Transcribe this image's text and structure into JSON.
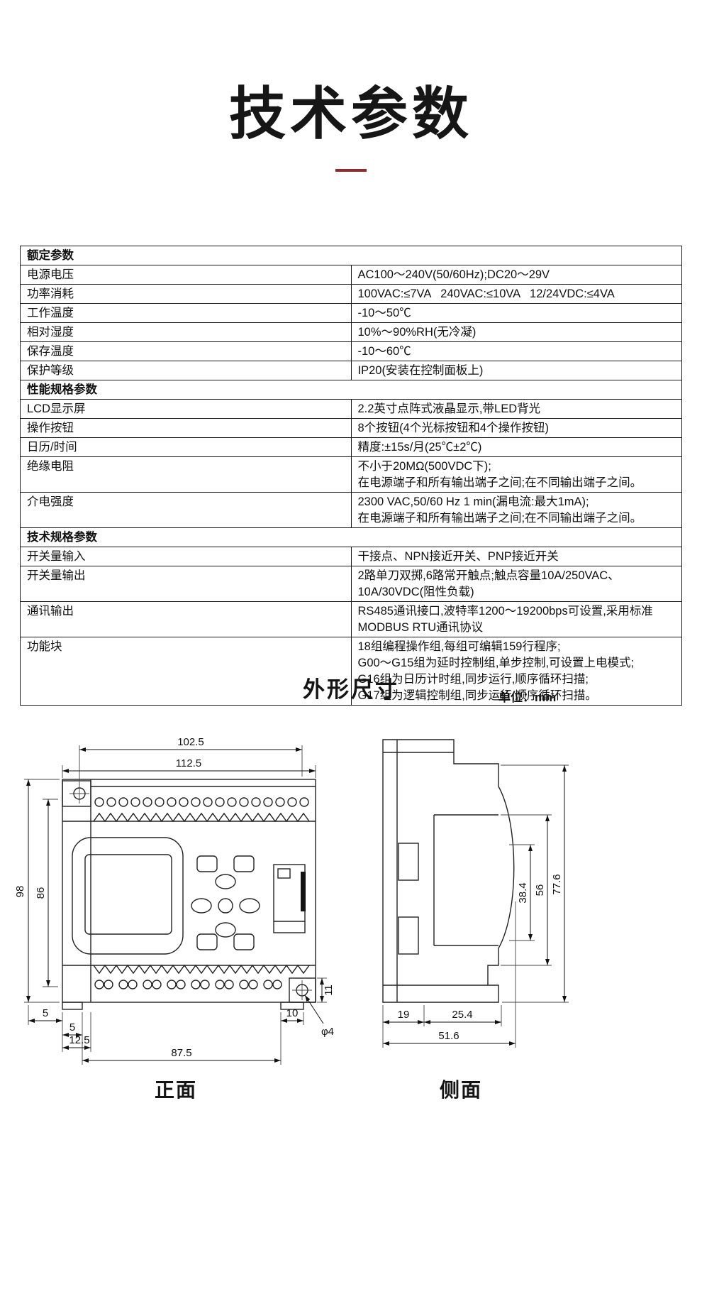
{
  "page": {
    "title": "技术参数",
    "dimension_section_title": "外形尺寸",
    "unit_label": "单位：mm",
    "front_label": "正面",
    "side_label": "侧面"
  },
  "table": {
    "rows": [
      {
        "type": "section",
        "label": "额定参数"
      },
      {
        "type": "row",
        "label": "电源电压",
        "value": "AC100～240V(50/60Hz);DC20～29V"
      },
      {
        "type": "row",
        "label": "功率消耗",
        "value": "100VAC:≤7VA   240VAC:≤10VA   12/24VDC:≤4VA"
      },
      {
        "type": "row",
        "label": "工作温度",
        "value": "-10～50℃"
      },
      {
        "type": "row",
        "label": "相对湿度",
        "value": "10%～90%RH(无冷凝)"
      },
      {
        "type": "row",
        "label": "保存温度",
        "value": "-10～60℃"
      },
      {
        "type": "row",
        "label": "保护等级",
        "value": "IP20(安装在控制面板上)"
      },
      {
        "type": "section",
        "label": "性能规格参数"
      },
      {
        "type": "row",
        "label": "LCD显示屏",
        "value": "2.2英寸点阵式液晶显示,带LED背光"
      },
      {
        "type": "row",
        "label": "操作按钮",
        "value": "8个按钮(4个光标按钮和4个操作按钮)"
      },
      {
        "type": "row",
        "label": "日历/时间",
        "value": "精度:±15s/月(25℃±2℃)"
      },
      {
        "type": "row",
        "label": "绝缘电阻",
        "value": "不小于20MΩ(500VDC下);\n在电源端子和所有输出端子之间;在不同输出端子之间。"
      },
      {
        "type": "row",
        "label": "介电强度",
        "value": "2300 VAC,50/60 Hz 1 min(漏电流:最大1mA);\n在电源端子和所有输出端子之间;在不同输出端子之间。"
      },
      {
        "type": "section",
        "label": "技术规格参数"
      },
      {
        "type": "row",
        "label": "开关量输入",
        "value": "干接点、NPN接近开关、PNP接近开关"
      },
      {
        "type": "row",
        "label": "开关量输出",
        "value": "2路单刀双掷,6路常开触点;触点容量10A/250VAC、10A/30VDC(阻性负载)"
      },
      {
        "type": "row",
        "label": "通讯输出",
        "value": "RS485通讯接口,波特率1200～19200bps可设置,采用标准MODBUS RTU通讯协议"
      },
      {
        "type": "row",
        "label": "功能块",
        "value": "18组编程操作组,每组可编辑159行程序;\nG00～G15组为延时控制组,单步控制,可设置上电模式;\nG16组为日历计时组,同步运行,顺序循环扫描;\nG17组为逻辑控制组,同步运行,顺序循环扫描。"
      }
    ]
  },
  "front_view": {
    "dims": {
      "top_inner": "102.5",
      "top_outer": "112.5",
      "left_outer": "98",
      "left_inner": "86",
      "bottom_left_a": "5",
      "bottom_left_b": "5",
      "bottom_left_c": "12.5",
      "bottom_main": "87.5",
      "bottom_right": "10",
      "right_foot": "11",
      "hole": "φ4"
    }
  },
  "side_view": {
    "dims": {
      "inner": "38.4",
      "middle": "56",
      "outer": "77.6",
      "bottom_a": "19",
      "bottom_b": "25.4",
      "bottom_total": "51.6"
    }
  }
}
